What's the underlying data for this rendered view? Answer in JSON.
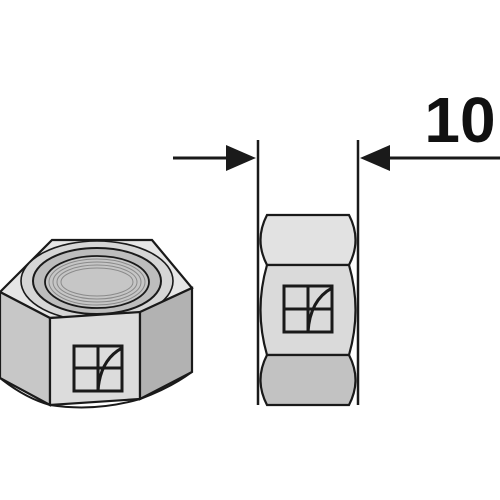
{
  "figure": {
    "dimension_label": "10",
    "colors": {
      "outline": "#1a1a1a",
      "face_light": "#e4e4e4",
      "face_mid": "#cfcfcf",
      "face_dark": "#a9a9a9",
      "thread": "#bdbdbd"
    },
    "icons": [
      "hex-nut-perspective",
      "hex-nut-side-view",
      "dimension-arrow",
      "logo-mark"
    ]
  }
}
